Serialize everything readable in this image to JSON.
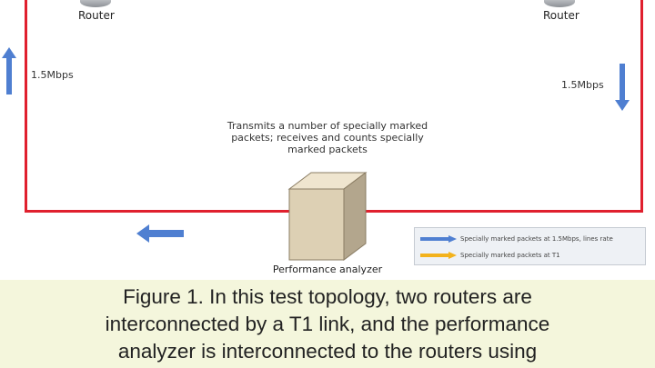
{
  "diagram": {
    "router_left_label": "Router",
    "router_right_label": "Router",
    "link_left_label": "1.5Mbps",
    "link_right_label": "1.5Mbps",
    "analyzer_text_lines": [
      "Transmits a number of specially marked",
      "packets; receives and counts specially",
      "marked packets"
    ],
    "analyzer_label": "Performance analyzer",
    "legend": {
      "items": [
        {
          "label": "Specially marked packets at 1.5Mbps, lines rate",
          "color": "#4f7fd1",
          "icon": "blue-arrow-icon"
        },
        {
          "label": "Specially marked packets at T1",
          "color": "#f3b21b",
          "icon": "yellow-arrow-icon"
        }
      ]
    },
    "colors": {
      "loop": "#e0202e",
      "arrow": "#4f7fd1"
    }
  },
  "caption": {
    "label": "Figure 1.",
    "line1_rest": " In this test topology, two routers are",
    "line2": "interconnected by a T1 link, and the performance",
    "line3": "analyzer is interconnected to the routers using"
  }
}
